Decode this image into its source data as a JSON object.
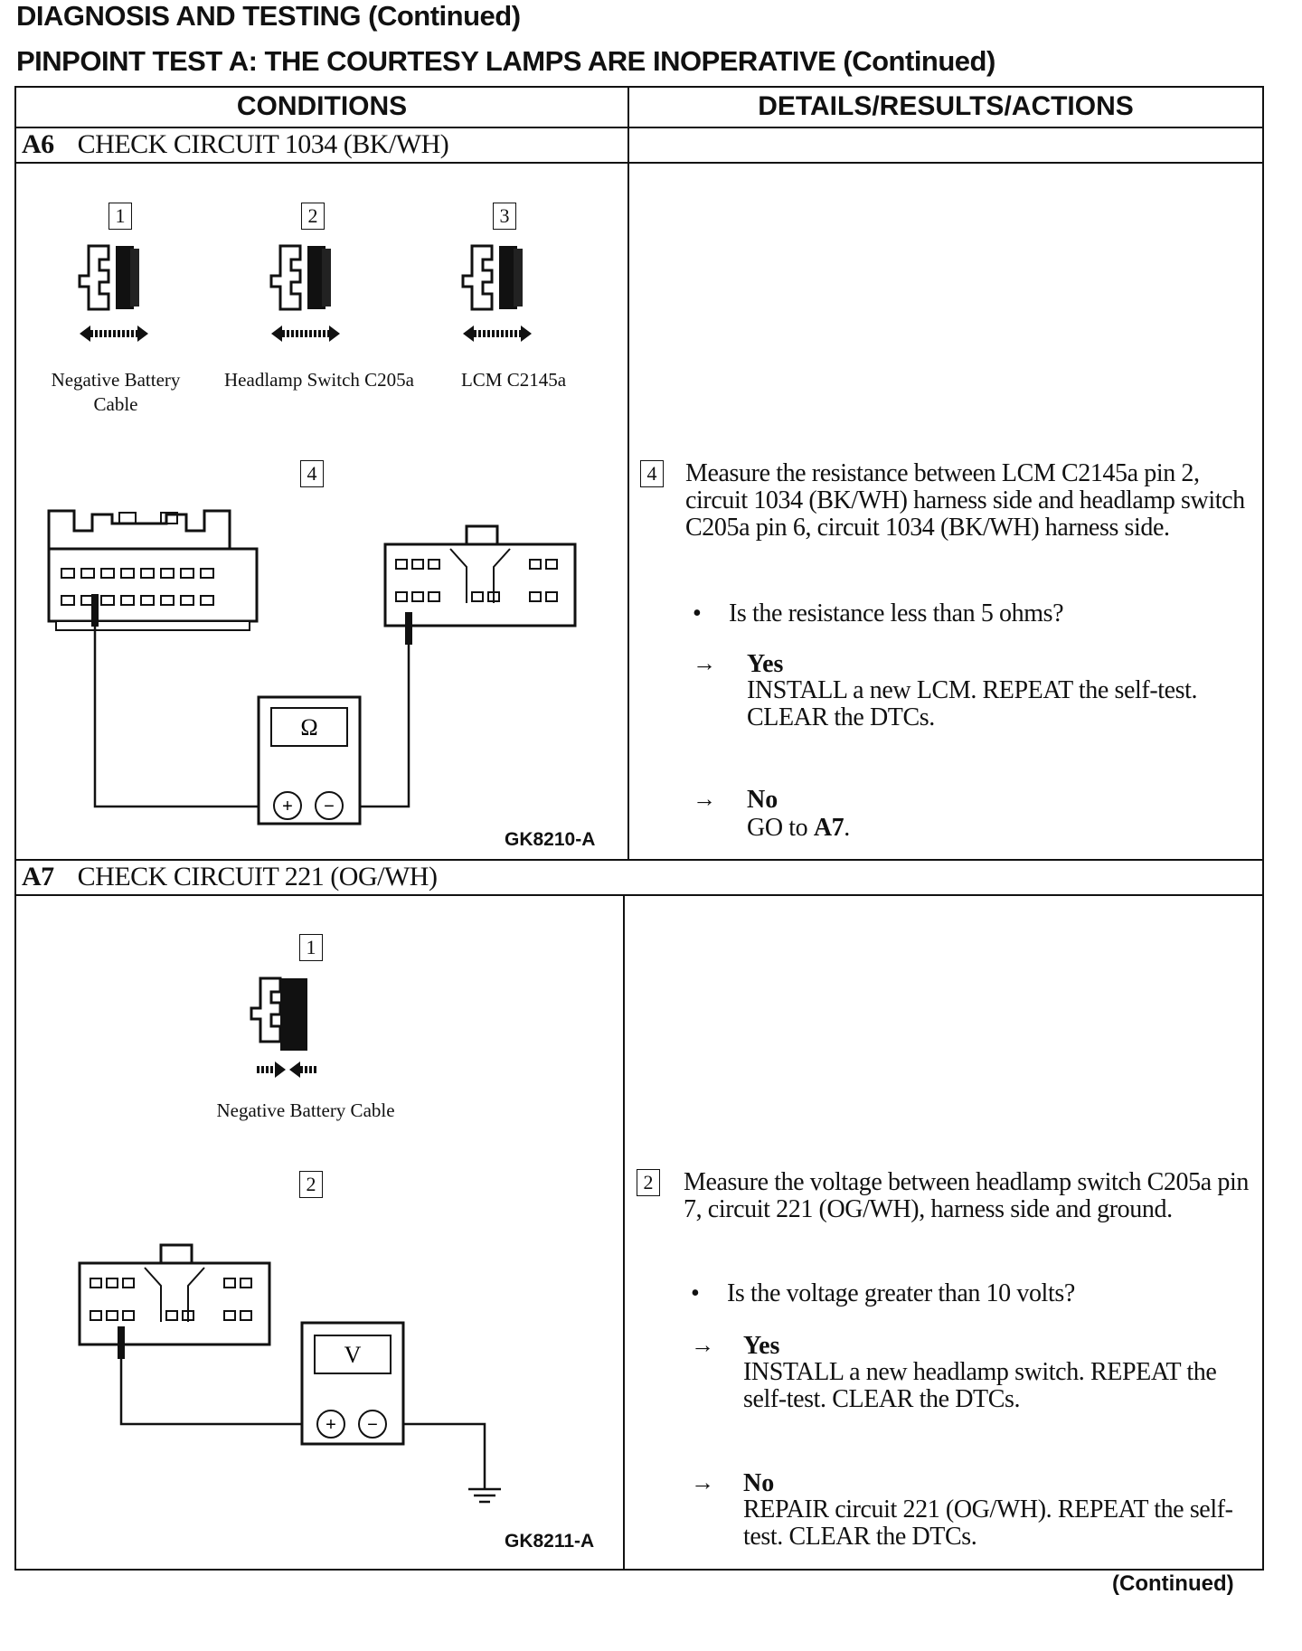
{
  "header": {
    "title": "DIAGNOSIS AND TESTING (Continued)",
    "test_title": "PINPOINT TEST A: THE COURTESY LAMPS ARE INOPERATIVE (Continued)"
  },
  "table": {
    "col_conditions": "CONDITIONS",
    "col_details": "DETAILS/RESULTS/ACTIONS"
  },
  "steps": [
    {
      "id": "A6",
      "title": "CHECK CIRCUIT 1034 (BK/WH)",
      "figure_id": "GK8210-A",
      "disconnects": [
        {
          "num": "1",
          "label": "Negative Battery Cable"
        },
        {
          "num": "2",
          "label": "Headlamp Switch C205a"
        },
        {
          "num": "3",
          "label": "LCM C2145a"
        }
      ],
      "meter_num": "4",
      "meter_symbol": "Ω",
      "detail_num": "4",
      "detail": "Measure the resistance between LCM C2145a pin 2, circuit 1034 (BK/WH) harness side and headlamp switch C205a pin 6, circuit 1034 (BK/WH) harness side.",
      "question": "Is the resistance less than 5 ohms?",
      "yes_label": "Yes",
      "yes_action": "INSTALL a new LCM. REPEAT the self-test. CLEAR the DTCs.",
      "no_label": "No",
      "no_action_prefix": "GO to ",
      "no_action_target": "A7",
      "no_action_suffix": "."
    },
    {
      "id": "A7",
      "title": "CHECK CIRCUIT 221 (OG/WH)",
      "figure_id": "GK8211-A",
      "disconnects": [
        {
          "num": "1",
          "label": "Negative Battery Cable"
        }
      ],
      "meter_num": "2",
      "meter_symbol": "V",
      "detail_num": "2",
      "detail": "Measure the voltage between headlamp switch C205a pin 7, circuit 221 (OG/WH), harness side and ground.",
      "question": "Is the voltage greater than 10 volts?",
      "yes_label": "Yes",
      "yes_action": "INSTALL a new headlamp switch. REPEAT the self-test. CLEAR the DTCs.",
      "no_label": "No",
      "no_action": "REPAIR circuit 221 (OG/WH). REPEAT the self-test. CLEAR the DTCs."
    }
  ],
  "footer": {
    "continued": "(Continued)"
  },
  "bullet_char": "•",
  "arrow_char": "→",
  "plus_char": "+",
  "minus_char": "−"
}
